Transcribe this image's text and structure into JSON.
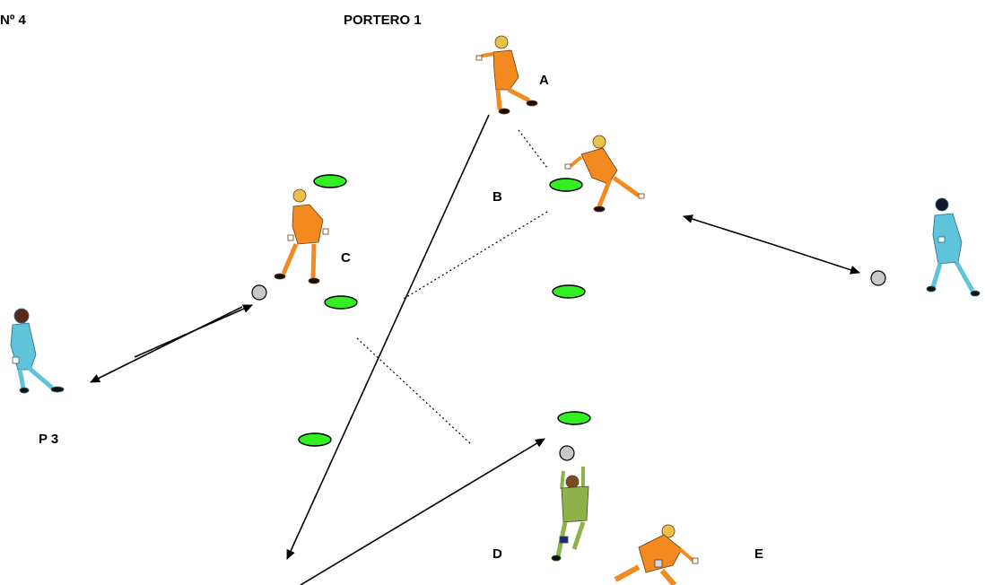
{
  "header": {
    "left_title": "Nº 4",
    "center_title": "PORTERO 1"
  },
  "labels": {
    "a": "A",
    "b": "B",
    "c": "C",
    "d": "D",
    "e": "E",
    "p3": "P 3"
  },
  "colors": {
    "cone_fill": "#33ee22",
    "cone_stroke": "#000000",
    "ball_fill": "#c8c8c8",
    "goalkeeper_kit": "#f28a1f",
    "player_kit": "#5fc3dc",
    "goalkeeper_d_kit": "#8fb14a",
    "hair": "#e8c24a"
  },
  "icons": {
    "cone": "green-disc-cone",
    "ball": "grey-ball",
    "goalkeeper": "goalkeeper-figure",
    "server": "field-player-figure"
  }
}
